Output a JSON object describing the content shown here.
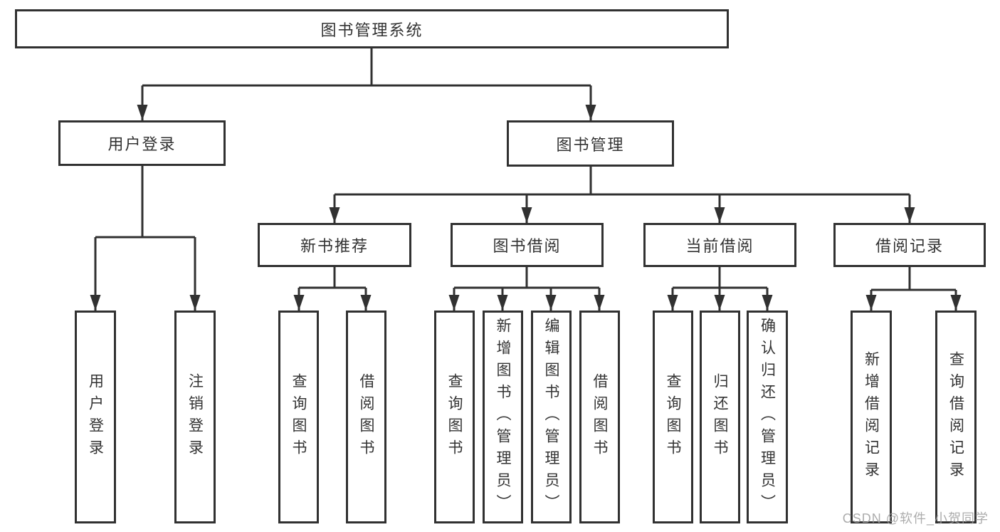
{
  "colors": {
    "line": "#313131",
    "box_background": "#ffffff",
    "text": "#333333",
    "watermark": "#9e9e9e"
  },
  "watermark": "CSDN @软件_小贺同学",
  "tree": {
    "root": {
      "label": "图书管理系统",
      "children": [
        {
          "label": "用户登录",
          "children": [
            {
              "label": "用户登录"
            },
            {
              "label": "注销登录"
            }
          ]
        },
        {
          "label": "图书管理",
          "children": [
            {
              "label": "新书推荐",
              "children": [
                {
                  "label": "查询图书"
                },
                {
                  "label": "借阅图书"
                }
              ]
            },
            {
              "label": "图书借阅",
              "children": [
                {
                  "label": "查询图书"
                },
                {
                  "label": "新增图书（管理员）"
                },
                {
                  "label": "编辑图书（管理员）"
                },
                {
                  "label": "借阅图书"
                }
              ]
            },
            {
              "label": "当前借阅",
              "children": [
                {
                  "label": "查询图书"
                },
                {
                  "label": "归还图书"
                },
                {
                  "label": "确认归还（管理员）"
                }
              ]
            },
            {
              "label": "借阅记录",
              "children": [
                {
                  "label": "新增借阅记录"
                },
                {
                  "label": "查询借阅记录"
                }
              ]
            }
          ]
        }
      ]
    }
  }
}
